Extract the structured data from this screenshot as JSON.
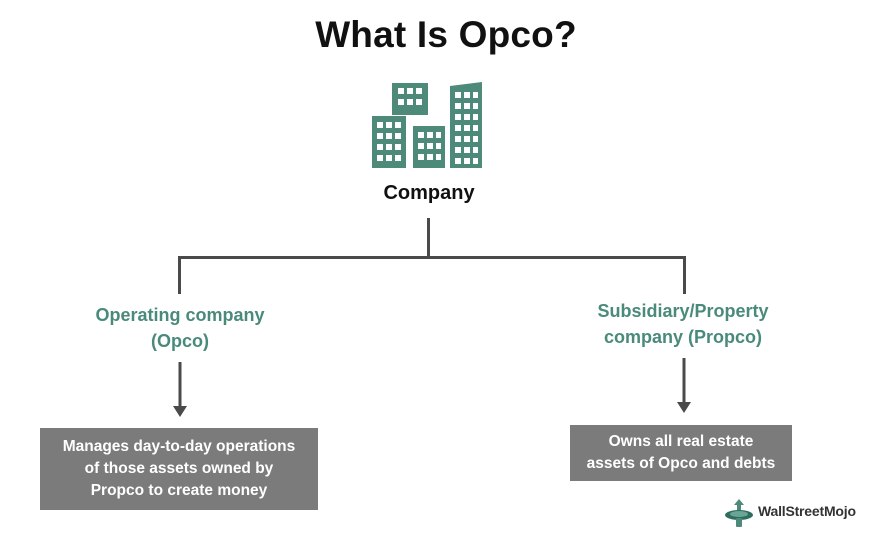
{
  "title": "What Is Opco?",
  "root": {
    "label": "Company",
    "icon": "buildings-icon"
  },
  "branches": [
    {
      "label_lines": [
        "Operating company",
        "(Opco)"
      ],
      "description_lines": [
        "Manages day-to-day operations",
        "of those assets owned by",
        "Propco to create money"
      ]
    },
    {
      "label_lines": [
        "Subsidiary/Property",
        "company (Propco)"
      ],
      "description_lines": [
        "Owns all real estate",
        "assets of Opco and debts"
      ]
    }
  ],
  "colors": {
    "accent": "#4a8a7b",
    "building": "#4d8a79",
    "connector": "#4a4a4a",
    "box": "#7b7b7b",
    "box_text": "#ffffff"
  },
  "watermark": {
    "brand": "WallStreetMojo",
    "icon": "wallstreetmojo-logo-icon"
  }
}
